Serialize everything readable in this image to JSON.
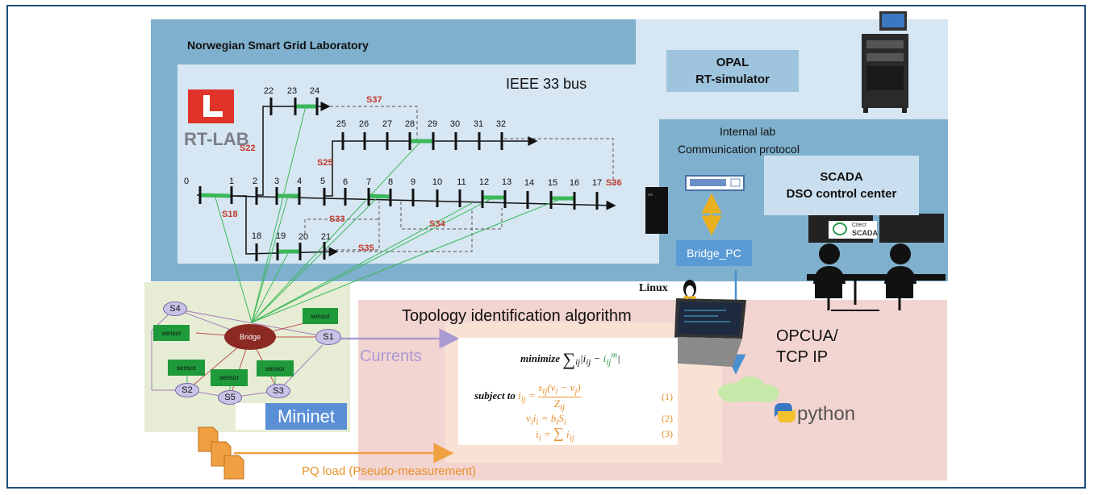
{
  "lab": {
    "title": "Norwegian Smart Grid Laboratory",
    "opal": [
      "OPAL",
      "RT-simulator"
    ],
    "ieee_title": "IEEE 33 bus",
    "rtlab_logo": "RT-LAB",
    "internal_lab": [
      "Internal lab",
      "Communication protocol"
    ],
    "scada": [
      "SCADA",
      "DSO control center"
    ],
    "citect": [
      "Citect",
      "SCADA"
    ],
    "bridge_pc": "Bridge_PC",
    "linux": "Linux",
    "opcua": [
      "OPCUA/",
      "TCP IP"
    ],
    "python": "python"
  },
  "grid": {
    "buses": [
      "0",
      "1",
      "2",
      "3",
      "4",
      "5",
      "6",
      "7",
      "8",
      "9",
      "10",
      "11",
      "12",
      "13",
      "14",
      "15",
      "16",
      "17",
      "18",
      "19",
      "20",
      "21",
      "22",
      "23",
      "24",
      "25",
      "26",
      "27",
      "28",
      "29",
      "30",
      "31",
      "32"
    ],
    "switches": [
      "S18",
      "S22",
      "S25",
      "S33",
      "S34",
      "S35",
      "S36",
      "S37"
    ]
  },
  "mininet": {
    "logo": "Mininet",
    "bridge": "Bridge",
    "switches": [
      "S1",
      "S2",
      "S3",
      "S4",
      "S5"
    ],
    "sensor": "sensor"
  },
  "algorithm": {
    "title": "Topology identification algorithm",
    "currents": "Currents",
    "pq_load": "PQ load (Pseudo-measurement)",
    "minimize": "minimize",
    "subject_to": "subject to",
    "eq_numbers": [
      "(1)",
      "(2)",
      "(3)"
    ]
  },
  "colors": {
    "lab_bg": "#7fb0cd",
    "ieee_bg": "#d6e6f2",
    "algo_bg": "#f2d4d0",
    "mininet_bg": "#e6edd4",
    "sensor": "#1e9a3a",
    "bridge": "#8b2a22",
    "link_green": "#3cb85a",
    "switch_red": "#c0392b",
    "orange": "#f0a040"
  }
}
